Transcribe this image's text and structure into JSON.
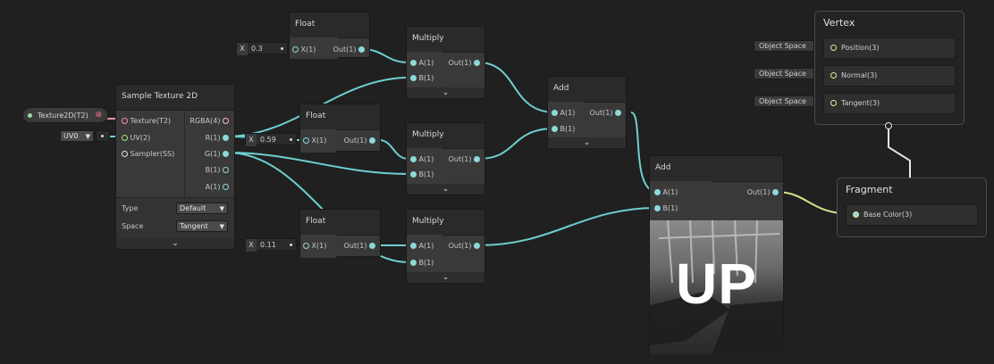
{
  "colors": {
    "wire": "#6fcfcf",
    "wire_yellow": "#d8e08a",
    "background": "#202020"
  },
  "property": {
    "label": "Texture2D(T2)",
    "close_icon": "close-icon"
  },
  "uv_input": {
    "value": "UV0"
  },
  "sample_texture": {
    "title": "Sample Texture 2D",
    "inputs": [
      "Texture(T2)",
      "UV(2)",
      "Sampler(SS)"
    ],
    "outputs": [
      "RGBA(4)",
      "R(1)",
      "G(1)",
      "B(1)",
      "A(1)"
    ],
    "type_label": "Type",
    "type_value": "Default",
    "space_label": "Space",
    "space_value": "Tangent"
  },
  "floats": [
    {
      "title": "Float",
      "input": "X(1)",
      "output": "Out(1)",
      "axis": "X",
      "value": "0.3"
    },
    {
      "title": "Float",
      "input": "X(1)",
      "output": "Out(1)",
      "axis": "X",
      "value": "0.59"
    },
    {
      "title": "Float",
      "input": "X(1)",
      "output": "Out(1)",
      "axis": "X",
      "value": "0.11"
    }
  ],
  "multiplies": [
    {
      "title": "Multiply",
      "in_a": "A(1)",
      "in_b": "B(1)",
      "output": "Out(1)"
    },
    {
      "title": "Multiply",
      "in_a": "A(1)",
      "in_b": "B(1)",
      "output": "Out(1)"
    },
    {
      "title": "Multiply",
      "in_a": "A(1)",
      "in_b": "B(1)",
      "output": "Out(1)"
    }
  ],
  "add1": {
    "title": "Add",
    "in_a": "A(1)",
    "in_b": "B(1)",
    "output": "Out(1)"
  },
  "add2": {
    "title": "Add",
    "in_a": "A(1)",
    "in_b": "B(1)",
    "output": "Out(1)",
    "preview_text": "UP"
  },
  "vertex": {
    "title": "Vertex",
    "slots": [
      {
        "tag": "Object Space",
        "label": "Position(3)"
      },
      {
        "tag": "Object Space",
        "label": "Normal(3)"
      },
      {
        "tag": "Object Space",
        "label": "Tangent(3)"
      }
    ]
  },
  "fragment": {
    "title": "Fragment",
    "slots": [
      {
        "label": "Base Color(3)"
      }
    ]
  },
  "icons": {
    "expand": "chevron-down-icon"
  },
  "chevron_glyph": "⌄"
}
